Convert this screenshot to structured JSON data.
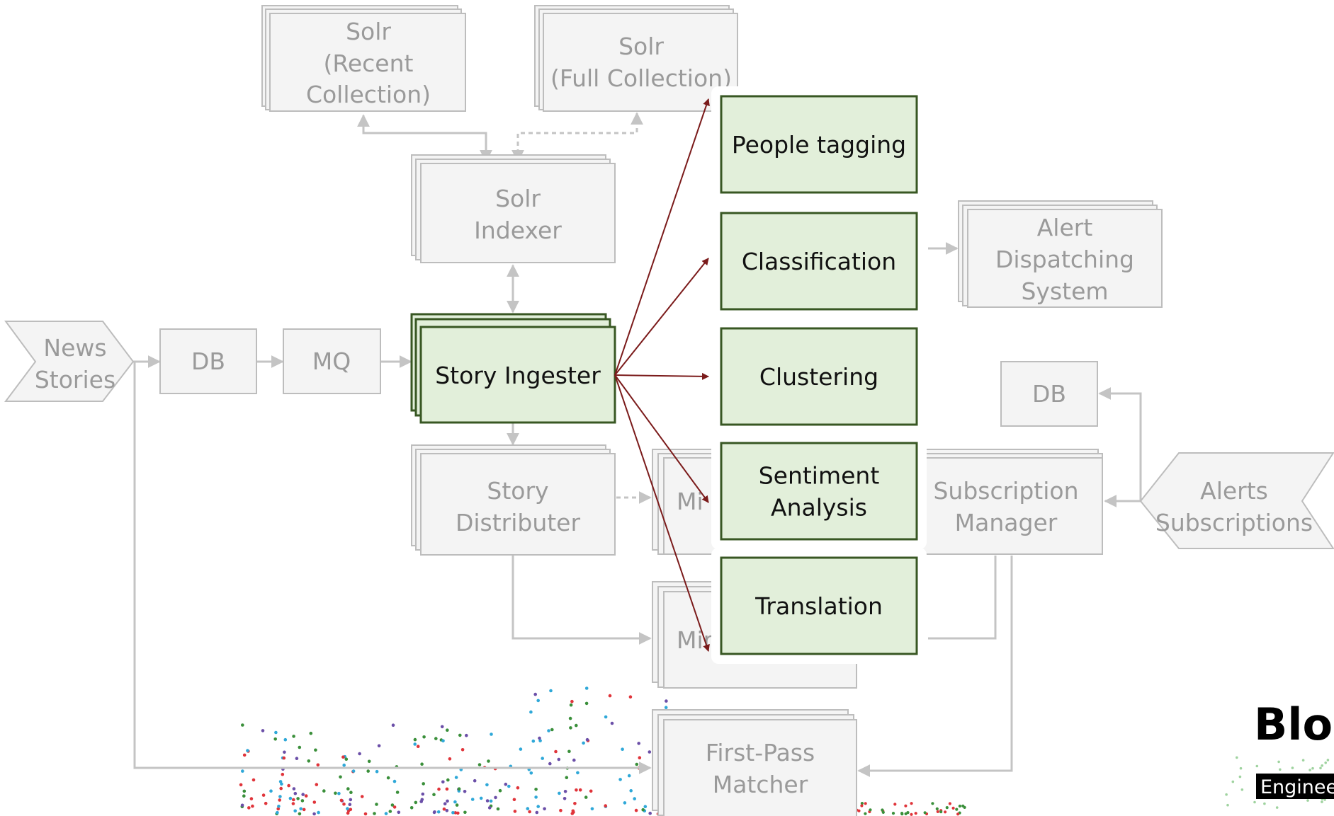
{
  "nodes": {
    "news_stories": [
      "News",
      "Stories"
    ],
    "db_left": "DB",
    "mq": "MQ",
    "story_ingester": "Story Ingester",
    "solr_recent": [
      "Solr",
      "(Recent",
      "Collection)"
    ],
    "solr_full": [
      "Solr",
      "(Full Collection)"
    ],
    "solr_indexer": [
      "Solr",
      "Indexer"
    ],
    "story_distributer": [
      "Story",
      "Distributer"
    ],
    "mi_partial": "Mi",
    "mir_partial": "Mir",
    "first_pass_matcher": [
      "First-Pass",
      "Matcher"
    ],
    "alert_dispatching": [
      "Alert",
      "Dispatching",
      "System"
    ],
    "db_right": "DB",
    "subscription_manager": [
      "Subscription",
      "Manager"
    ],
    "alerts_subscriptions": [
      "Alerts",
      "Subscriptions"
    ]
  },
  "enrichment": [
    [
      "People tagging"
    ],
    [
      "Classification"
    ],
    [
      "Clustering"
    ],
    [
      "Sentiment",
      "Analysis"
    ],
    [
      "Translation"
    ]
  ],
  "branding": {
    "logo": "Bloo",
    "badge": "Enginee"
  },
  "colors": {
    "green_fill": "#e2efda",
    "green_border": "#385723",
    "arrow_red": "#7b1b1b",
    "grey_box": "#f4f4f4"
  }
}
